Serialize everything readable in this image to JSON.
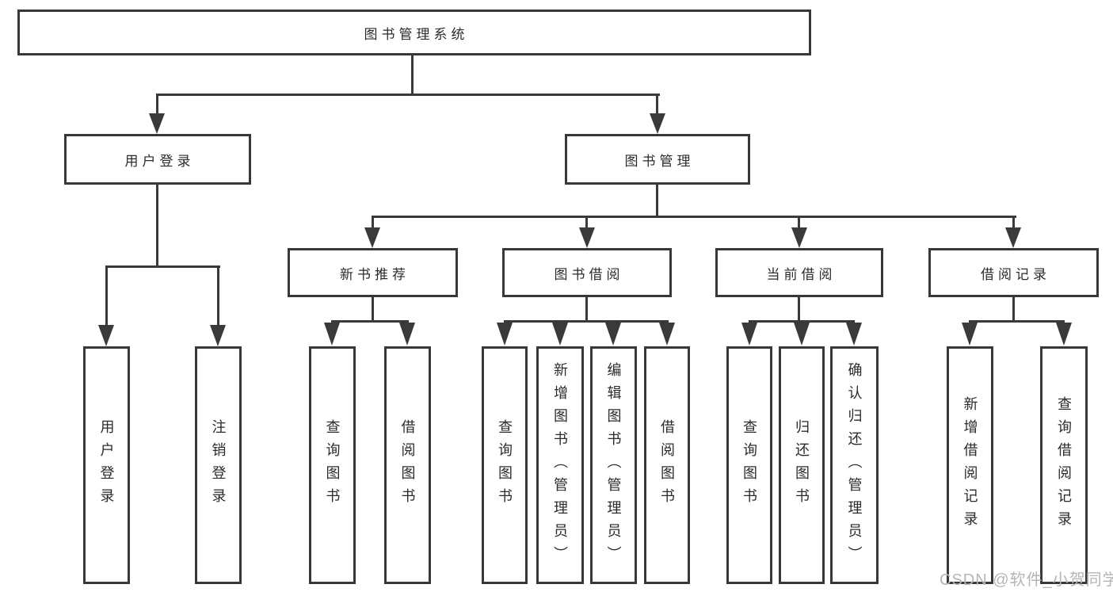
{
  "tree": {
    "root": {
      "label": "图书管理系统"
    },
    "level2": [
      {
        "label": "用户登录",
        "children": [
          {
            "label": "用户登录"
          },
          {
            "label": "注销登录"
          }
        ]
      },
      {
        "label": "图书管理",
        "children": [
          {
            "label": "新书推荐",
            "children": [
              {
                "label": "查询图书"
              },
              {
                "label": "借阅图书"
              }
            ]
          },
          {
            "label": "图书借阅",
            "children": [
              {
                "label": "查询图书"
              },
              {
                "label": "新增图书（管理员）"
              },
              {
                "label": "编辑图书（管理员）"
              },
              {
                "label": "借阅图书"
              }
            ]
          },
          {
            "label": "当前借阅",
            "children": [
              {
                "label": "查询图书"
              },
              {
                "label": "归还图书"
              },
              {
                "label": "确认归还（管理员）"
              }
            ]
          },
          {
            "label": "借阅记录",
            "children": [
              {
                "label": "新增借阅记录"
              },
              {
                "label": "查询借阅记录"
              }
            ]
          }
        ]
      }
    ]
  },
  "watermark": {
    "text": "CSDN @软件_小贺同学"
  },
  "colors": {
    "background": "#ffffff",
    "box_border": "#383838",
    "line": "#3a3a3a",
    "text": "#2b2b2b",
    "watermark": "#b5b5b5"
  }
}
